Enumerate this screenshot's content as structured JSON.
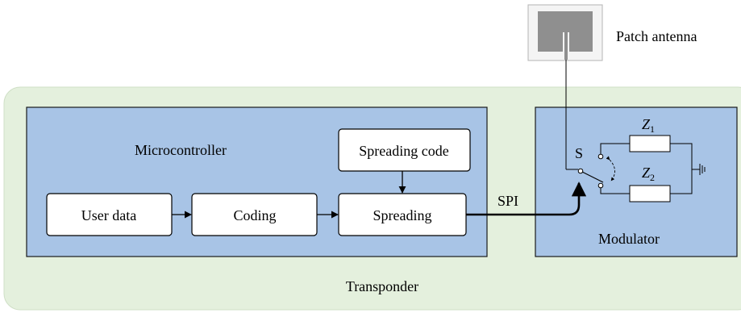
{
  "antenna": {
    "label": "Patch antenna"
  },
  "transponder": {
    "label": "Transponder"
  },
  "microcontroller": {
    "label": "Microcontroller",
    "blocks": {
      "user_data": "User data",
      "coding": "Coding",
      "spreading": "Spreading",
      "spreading_code": "Spreading code"
    }
  },
  "link": {
    "label": "SPI"
  },
  "modulator": {
    "label": "Modulator",
    "switch_label": "S",
    "z1_main": "Z",
    "z1_sub": "1",
    "z2_main": "Z",
    "z2_sub": "2"
  },
  "colors": {
    "transponder_bg": "#e4f0dd",
    "block_blue": "#a8c4e6",
    "patch_gray": "#8f8f8f"
  }
}
